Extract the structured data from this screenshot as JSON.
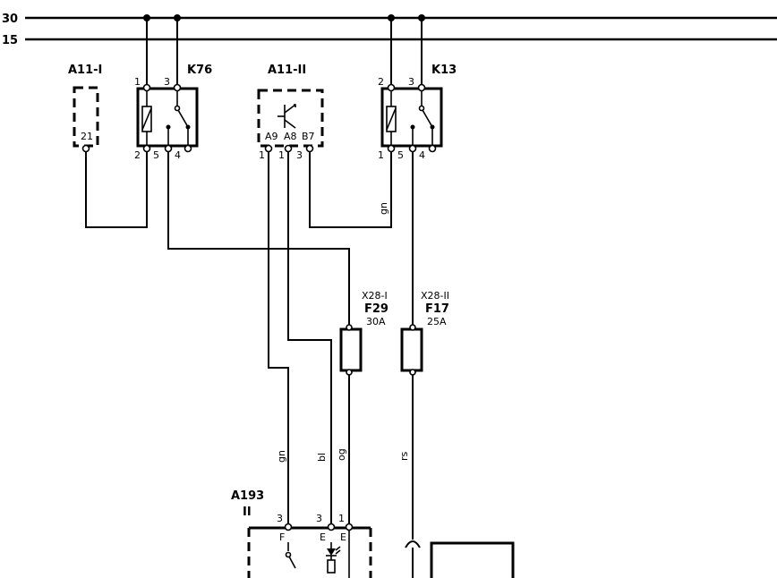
{
  "buses": {
    "b30": "30",
    "b15": "15"
  },
  "a11i": {
    "name": "A11-I",
    "pin": "21"
  },
  "k76": {
    "name": "K76",
    "pin1": "1",
    "pin3": "3",
    "pin2": "2",
    "pin5": "5",
    "pin4": "4"
  },
  "a11ii": {
    "name": "A11-II",
    "t1": "A9",
    "t2": "A8",
    "t3": "B7",
    "p1": "1",
    "p2": "1",
    "p3": "3"
  },
  "k13": {
    "name": "K13",
    "pin2": "2",
    "pin3": "3",
    "pin1": "1",
    "pin5": "5",
    "pin4": "4"
  },
  "wires": {
    "gn_top": "gn",
    "gn": "gn",
    "bl": "bl",
    "og": "og",
    "rs": "rs"
  },
  "f29": {
    "conn": "X28-I",
    "name": "F29",
    "rating": "30A"
  },
  "f17": {
    "conn": "X28-II",
    "name": "F17",
    "rating": "25A"
  },
  "a193": {
    "name": "A193",
    "sub": "II",
    "p1": "3",
    "p2": "3",
    "p3": "1",
    "t1": "F",
    "t2": "E",
    "t3": "E"
  }
}
